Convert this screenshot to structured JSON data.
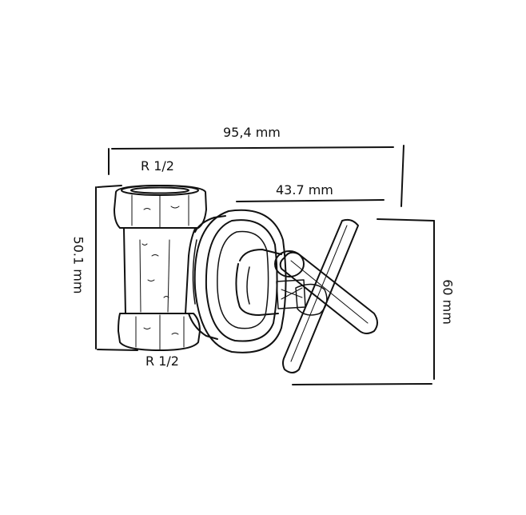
{
  "dimensions": {
    "overall_width": "95,4 mm",
    "top_thread": "R 1/2",
    "bottom_thread": "R 1/2",
    "body_height": "50.1 mm",
    "handle_offset": "43.7 mm",
    "handle_height": "60 mm"
  },
  "colors": {
    "line": "#111111",
    "background": "#ffffff"
  }
}
